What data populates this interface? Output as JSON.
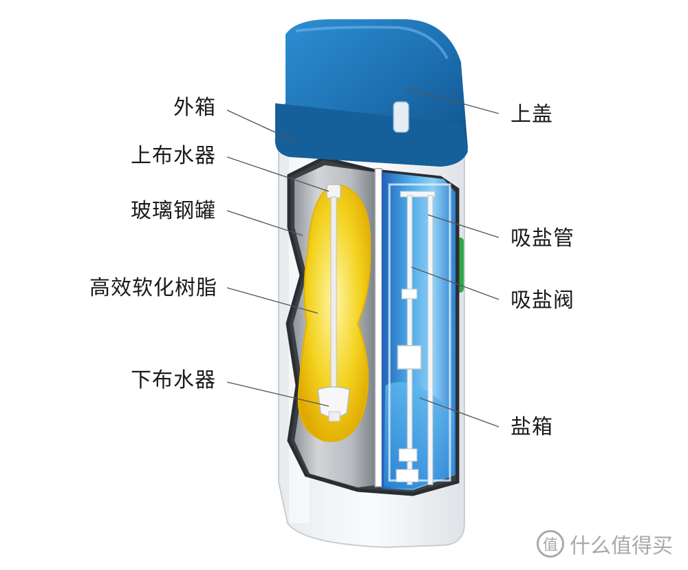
{
  "labels": {
    "left": {
      "outer_box": "外箱",
      "upper_distributor": "上布水器",
      "frp_tank": "玻璃钢罐",
      "resin": "高效软化树脂",
      "lower_distributor": "下布水器"
    },
    "right": {
      "top_cover": "上盖",
      "brine_pipe": "吸盐管",
      "brine_valve": "吸盐阀",
      "salt_box": "盐箱"
    }
  },
  "watermark": {
    "icon": "值",
    "text": "什么值得买"
  },
  "colors": {
    "lid_blue": "#1c6fb0",
    "body_white": "#f1f3f5",
    "resin_yellow": "#f3d21e",
    "tank_grey": "#a9aeb3",
    "brine_blue": "#4aa6e6",
    "handle_green": "#2ea84a"
  }
}
